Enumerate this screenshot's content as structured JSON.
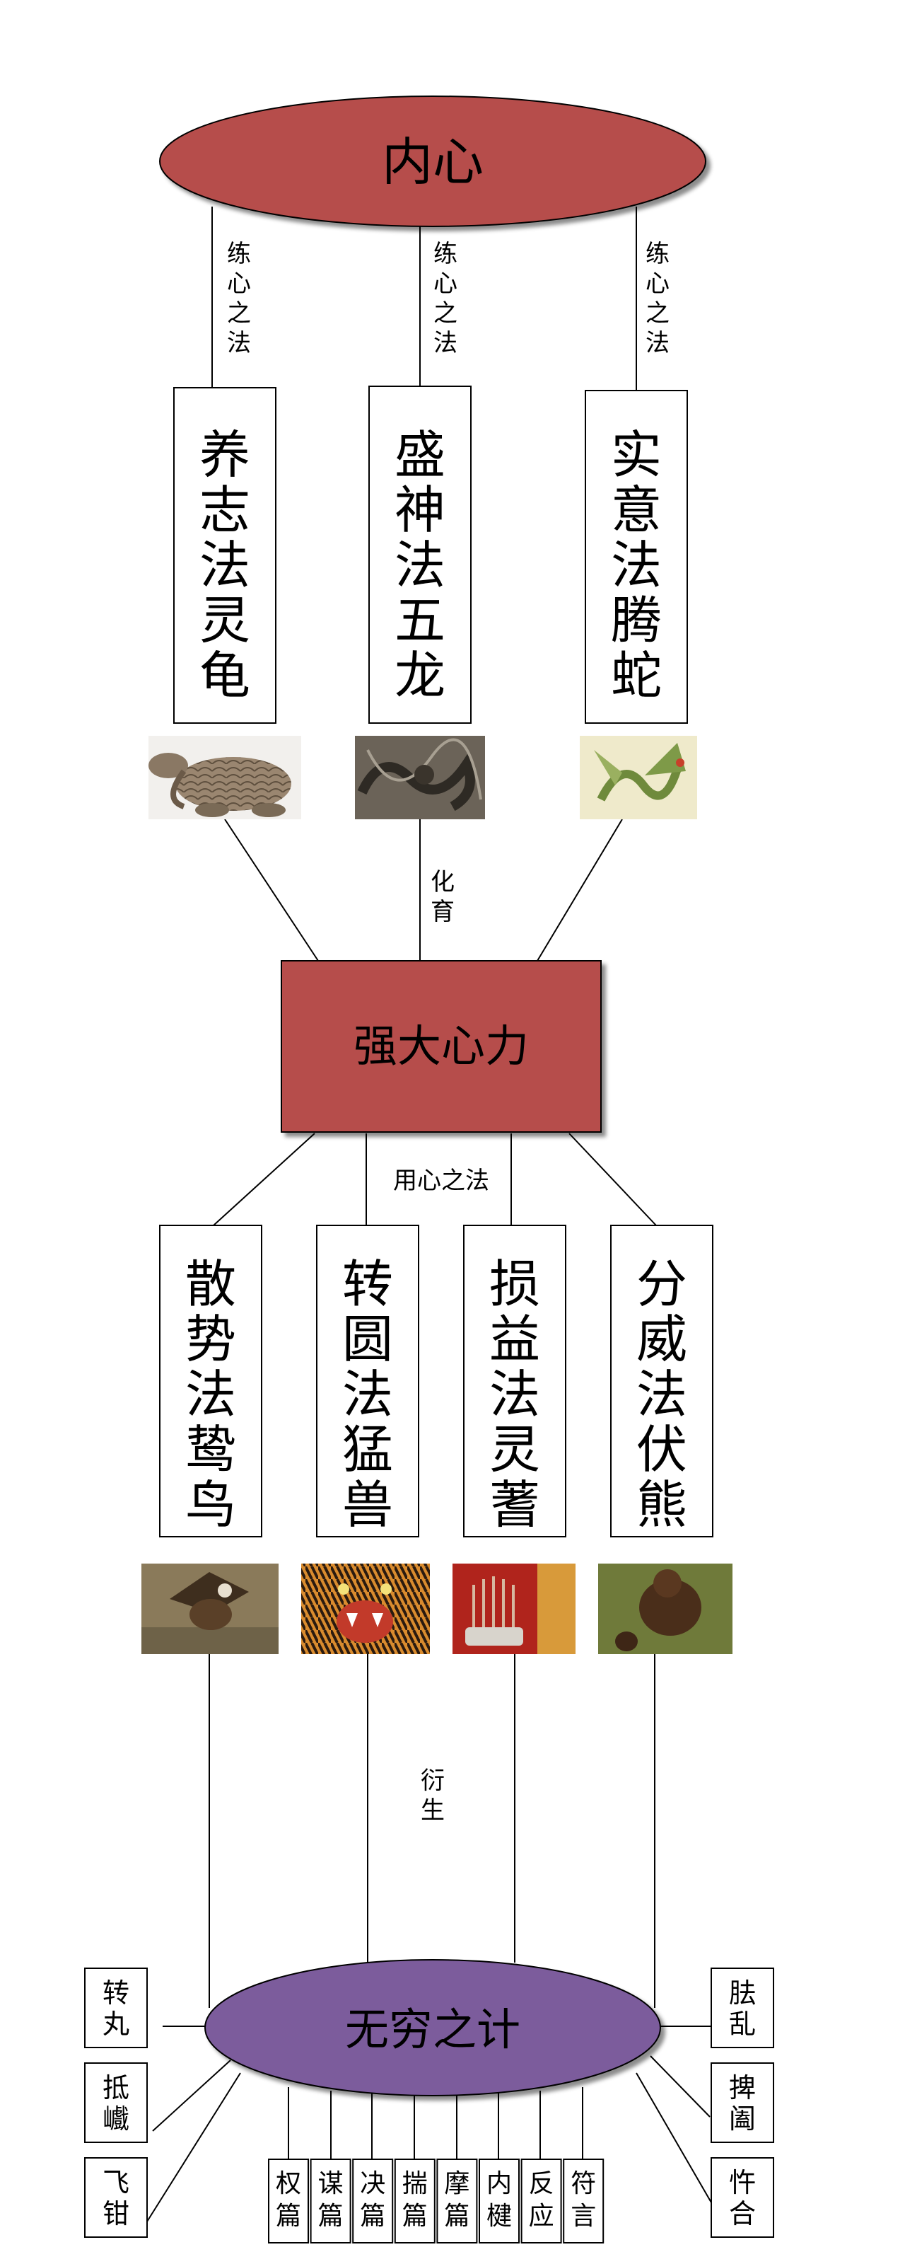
{
  "root": {
    "label": "内心",
    "color": "#b64d4b"
  },
  "edge_label_top": "练心之法",
  "methods_top": [
    {
      "label": "养志法灵龟",
      "image": "turtle-image"
    },
    {
      "label": "盛神法五龙",
      "image": "dragon-image"
    },
    {
      "label": "实意法腾蛇",
      "image": "snake-image"
    }
  ],
  "edge_label_nurture": "化育",
  "core": {
    "label": "强大心力",
    "color": "#b64d4b"
  },
  "edge_label_use": "用心之法",
  "methods_mid": [
    {
      "label": "散势法鸷鸟",
      "image": "eagle-image"
    },
    {
      "label": "转圆法猛兽",
      "image": "tiger-image"
    },
    {
      "label": "损益法灵蓍",
      "image": "incense-image"
    },
    {
      "label": "分威法伏熊",
      "image": "bear-image"
    }
  ],
  "edge_label_derive": "衍生",
  "bottom": {
    "label": "无穷之计",
    "color": "#7b5c9c"
  },
  "left_boxes": [
    "转丸",
    "抵巇",
    "飞钳"
  ],
  "right_boxes": [
    "胠乱",
    "捭阖",
    "忤合"
  ],
  "under_boxes": [
    "权篇",
    "谋篇",
    "决篇",
    "揣篇",
    "摩篇",
    "内楗",
    "反应",
    "符言"
  ]
}
